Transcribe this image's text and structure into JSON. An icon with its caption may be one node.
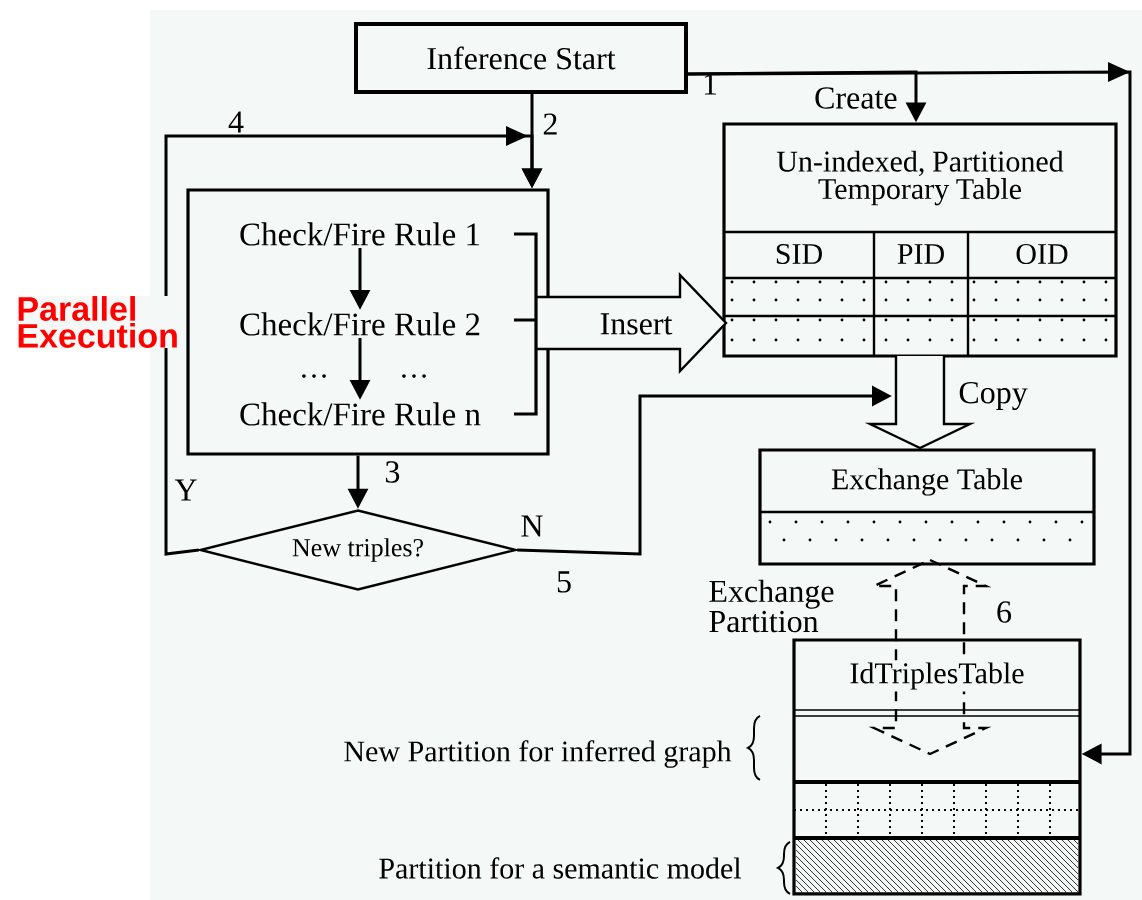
{
  "diagram": {
    "nodes": [
      {
        "text": [
          "Inference Start"
        ]
      },
      {
        "text": [],
        "shape": "box"
      },
      {
        "text": [
          "Check/Fire Rule 1"
        ],
        "in": 1
      },
      {
        "text": [
          "Check/Fire Rule 2"
        ],
        "in": 1
      },
      {
        "text": [
          "Check/Fire Rule n"
        ],
        "in": 1
      },
      {
        "text": [
          "New triples?"
        ]
      },
      {
        "text": [
          "Un-indexed, Partitioned Temporary Table",
          "SID",
          "PID",
          "OID"
        ]
      },
      {
        "text": [
          "Exchange Table"
        ]
      },
      {
        "text": [
          "IdTriplesTable"
        ]
      }
    ],
    "edges": [
      {
        "from": 0,
        "to": 1,
        "arrow": "to",
        "label": "2"
      },
      {
        "from": 0,
        "to": 6,
        "arrow": "to",
        "label": "Create"
      },
      {
        "from": 0,
        "to": 8,
        "arrow": "to",
        "label": "1"
      },
      {
        "from": 2,
        "to": 3,
        "arrow": "to"
      },
      {
        "from": 3,
        "to": 4,
        "arrow": "to"
      },
      {
        "from": 1,
        "to": 6,
        "arrow": "to",
        "label": "Insert",
        "style": "thick"
      },
      {
        "from": 1,
        "to": 5,
        "arrow": "to",
        "label": "3"
      },
      {
        "from": 5,
        "to": 1,
        "arrow": "to",
        "label": "Y"
      },
      {
        "from": 5,
        "to": null,
        "arrow": "to",
        "label": "N"
      },
      {
        "from": 6,
        "to": 7,
        "arrow": "to",
        "label": "Copy",
        "style": "thick"
      },
      {
        "from": 7,
        "to": 8,
        "arrow": "both",
        "label": "Exchange Partition",
        "style": "dashed"
      }
    ],
    "labels": [
      "Parallel Execution",
      "…",
      "…",
      "4",
      "5",
      "6",
      "New Partition for inferred graph",
      "Partition for a semantic model"
    ]
  }
}
